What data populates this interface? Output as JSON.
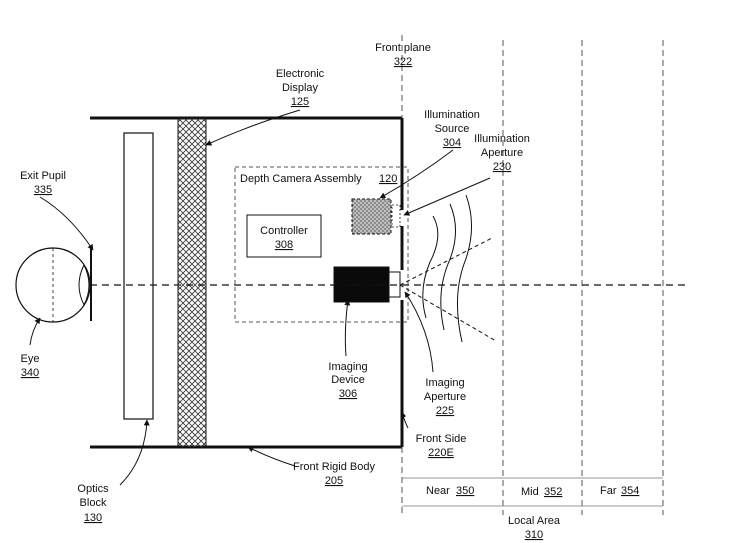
{
  "labels": {
    "front_plane": "Front plane",
    "front_plane_ref": "322",
    "electronic_display_1": "Electronic",
    "electronic_display_2": "Display",
    "electronic_display_ref": "125",
    "illum_source_1": "Illumination",
    "illum_source_2": "Source",
    "illum_source_ref": "304",
    "illum_aperture_1": "Illumination",
    "illum_aperture_2": "Aperture",
    "illum_aperture_ref": "230",
    "exit_pupil": "Exit Pupil",
    "exit_pupil_ref": "335",
    "dca": "Depth Camera Assembly",
    "dca_ref": "120",
    "controller": "Controller",
    "controller_ref": "308",
    "eye": "Eye",
    "eye_ref": "340",
    "imaging_device_1": "Imaging",
    "imaging_device_2": "Device",
    "imaging_device_ref": "306",
    "imaging_aperture_1": "Imaging",
    "imaging_aperture_2": "Aperture",
    "imaging_aperture_ref": "225",
    "front_side": "Front Side",
    "front_side_ref": "220E",
    "optics_block_1": "Optics",
    "optics_block_2": "Block",
    "optics_block_ref": "130",
    "front_rigid_body": "Front Rigid Body",
    "front_rigid_body_ref": "205",
    "near": "Near",
    "near_ref": "350",
    "mid": "Mid",
    "mid_ref": "352",
    "far": "Far",
    "far_ref": "354",
    "local_area": "Local Area",
    "local_area_ref": "310"
  }
}
